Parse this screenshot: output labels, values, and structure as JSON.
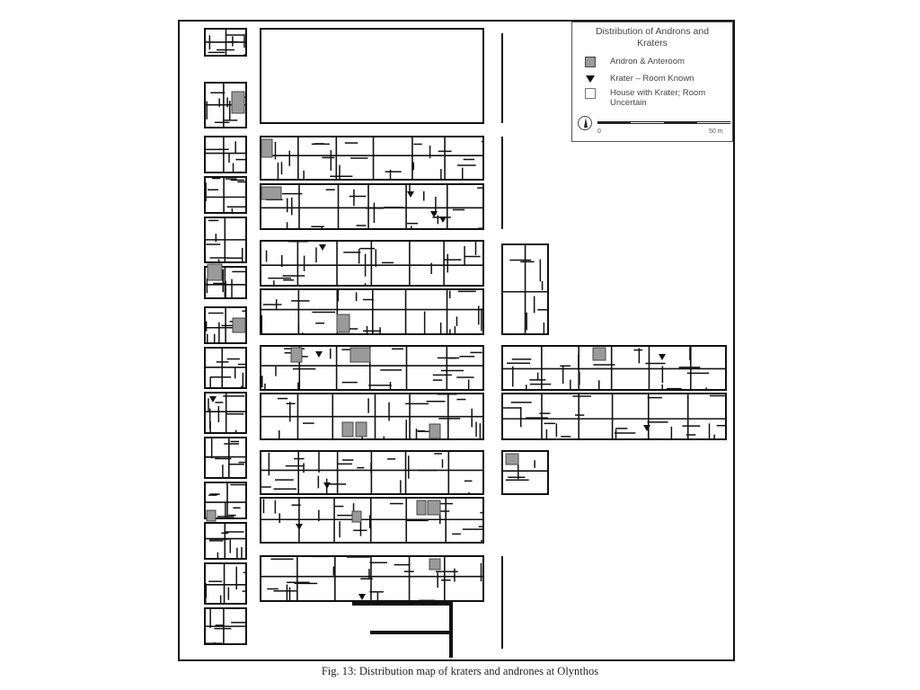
{
  "legend": {
    "title_line1": "Distribution of Androns and",
    "title_line2": "Kraters",
    "andron_label": "Andron & Anteroom",
    "krater_label": "Krater – Room Known",
    "uncertain_label_line1": "House with Krater; Room",
    "uncertain_label_line2": "Uncertain",
    "scale_start": "0",
    "scale_end": "50 m",
    "andron_color": "#9a9a9a",
    "krater_icon": "krater-triangle-icon",
    "north_icon": "north-arrow-icon"
  },
  "caption": "Fig. 13: Distribution map of kraters and andrones at Olynthos"
}
